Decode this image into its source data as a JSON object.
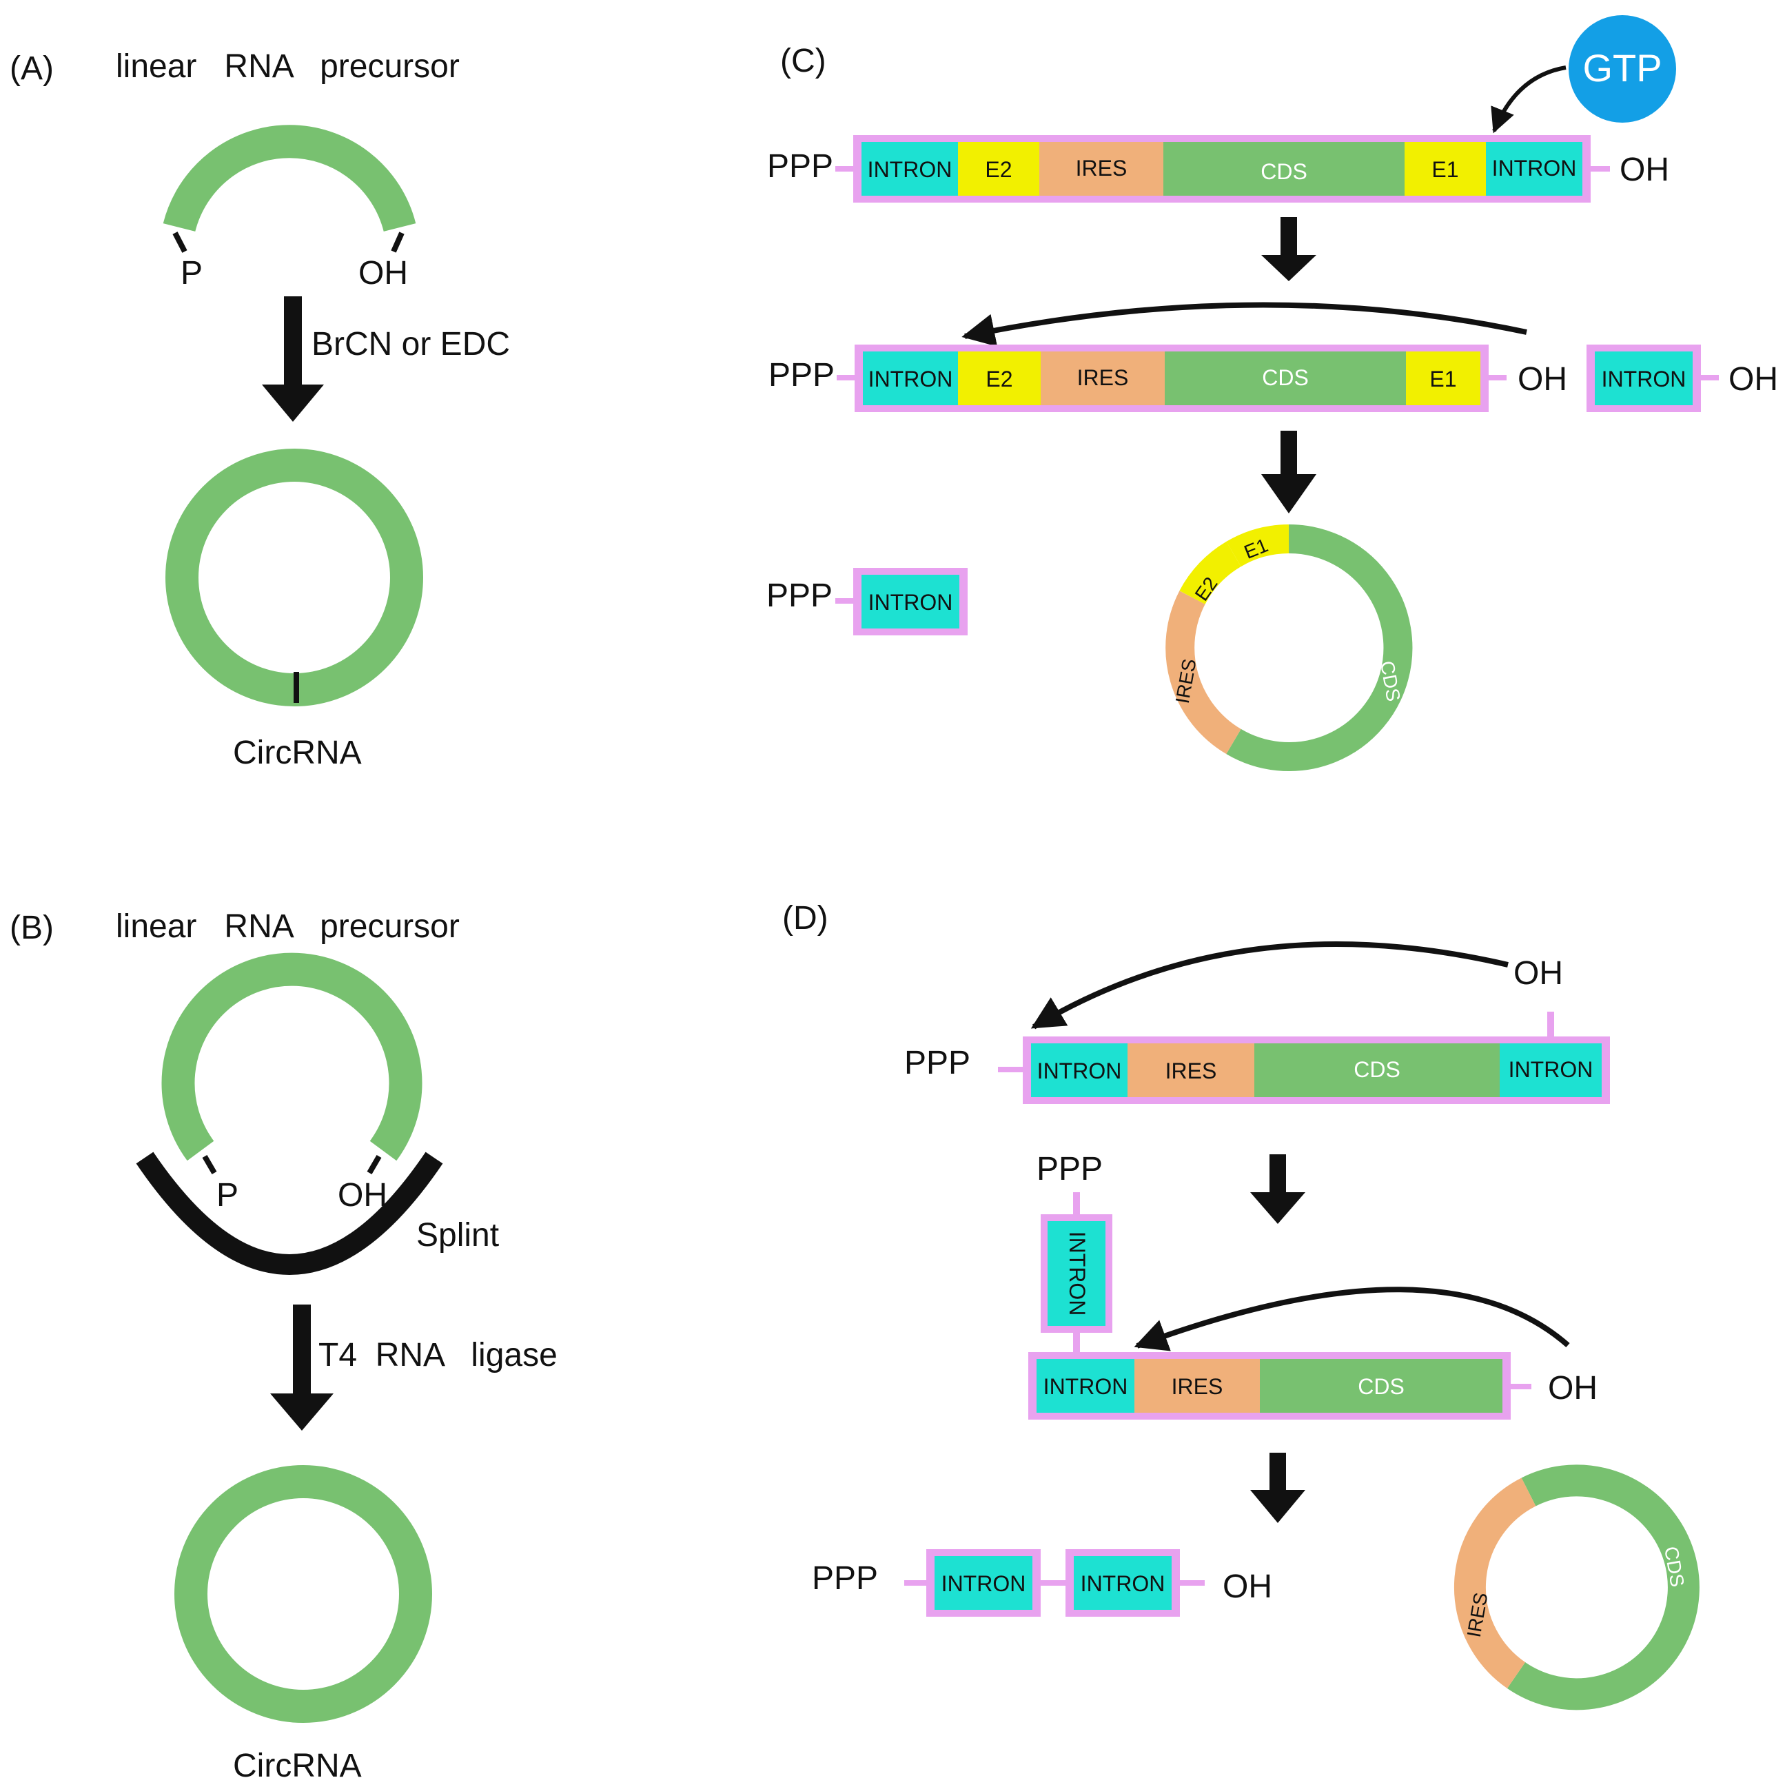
{
  "colors": {
    "green": "#78c170",
    "cyan": "#1de1d2",
    "yellow": "#f2f000",
    "orange": "#f0b07a",
    "pink": "#e8a2ef",
    "blue": "#139fe6",
    "black": "#111111"
  },
  "panel_a": {
    "tag": "(A)",
    "title": "linear   RNA   precursor",
    "p_label": "P",
    "oh_label": "OH",
    "reagent": "BrCN or EDC",
    "product": "CircRNA"
  },
  "panel_b": {
    "tag": "(B)",
    "title": "linear   RNA   precursor",
    "p_label": "P",
    "oh_label": "OH",
    "splint": "Splint",
    "enzyme": "T4  RNA   ligase",
    "product": "CircRNA"
  },
  "panel_c": {
    "tag": "(C)",
    "gtp": "GTP",
    "ppp": "PPP",
    "oh": "OH",
    "intron": "INTRON",
    "e1": "E1",
    "e2": "E2",
    "ires": "IRES",
    "cds": "CDS"
  },
  "panel_d": {
    "tag": "(D)",
    "ppp": "PPP",
    "oh": "OH",
    "intron": "INTRON",
    "ires": "IRES",
    "cds": "CDS"
  }
}
